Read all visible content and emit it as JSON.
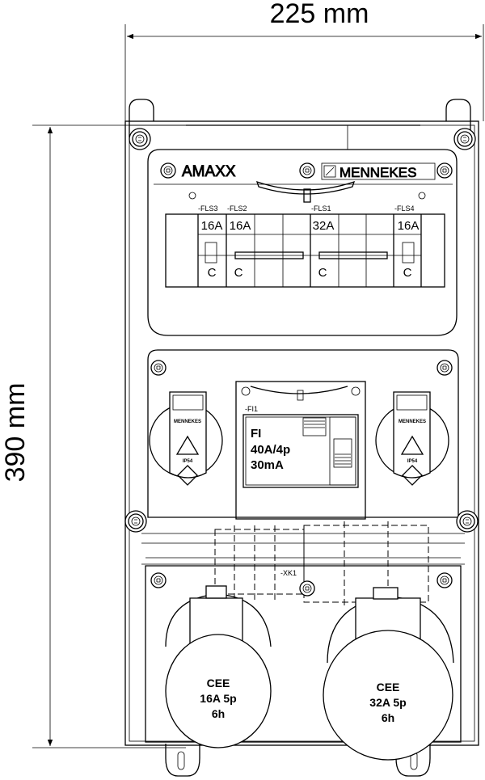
{
  "dimensions": {
    "width_label": "225 mm",
    "height_label": "390 mm"
  },
  "brands": {
    "series": "AMAXX",
    "manufacturer": "MENNEKES"
  },
  "breakers": [
    {
      "tag": "-FLS3",
      "rating": "16A",
      "curve": "C"
    },
    {
      "tag": "-FLS2",
      "rating": "16A",
      "curve": "C"
    },
    {
      "tag": "-FLS1",
      "rating": "32A",
      "curve": "C"
    },
    {
      "tag": "-FLS4",
      "rating": "16A",
      "curve": "C"
    }
  ],
  "rcd": {
    "tag": "-FI1",
    "line1": "FI",
    "line2": "40A/4p",
    "line3": "30mA"
  },
  "schuko_sockets": [
    {
      "brand": "MENNEKES",
      "ip": "IP54"
    },
    {
      "brand": "MENNEKES",
      "ip": "IP54"
    }
  ],
  "terminal": {
    "tag": "-XK1"
  },
  "cee_sockets": [
    {
      "line1": "CEE",
      "line2": "16A  5p",
      "line3": "6h"
    },
    {
      "line1": "CEE",
      "line2": "32A  5p",
      "line3": "6h"
    }
  ]
}
